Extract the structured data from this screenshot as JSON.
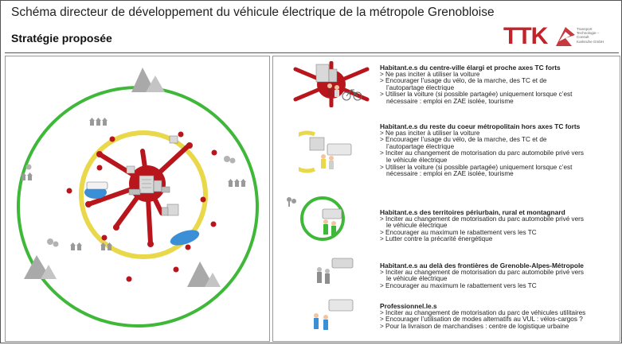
{
  "header": {
    "title": "Schéma directeur de développement du véhicule électrique de la métropole Grenobloise",
    "subtitle": "Stratégie proposée"
  },
  "logo": {
    "text": "TTK",
    "tagline": [
      "Transport",
      "Technologie –",
      "Consult",
      "Karlsruhe GmbH"
    ]
  },
  "categories": [
    {
      "heading": "Habitant.e.s du centre-ville élargi et proche axes TC forts",
      "lines": [
        {
          "t": "> Ne pas inciter à utiliser la voiture",
          "i": false
        },
        {
          "t": "> Encourager l’usage du vélo, de la marche, des TC et de",
          "i": false
        },
        {
          "t": "l’autopartage électrique",
          "i": true
        },
        {
          "t": "> Utiliser la voiture (si possible partagée) uniquement lorsque c’est",
          "i": false
        },
        {
          "t": "nécessaire : emploi en ZAE isolée, tourisme",
          "i": true
        }
      ]
    },
    {
      "heading": "Habitant.e.s du reste du coeur métropolitain hors axes TC forts",
      "lines": [
        {
          "t": "> Ne pas inciter à utiliser la voiture",
          "i": false
        },
        {
          "t": "> Encourager l’usage du vélo, de la marche, des TC et de",
          "i": false
        },
        {
          "t": "l’autopartage électrique",
          "i": true
        },
        {
          "t": "> Inciter au changement de motorisation du parc automobile privé vers",
          "i": false
        },
        {
          "t": "le véhicule électrique",
          "i": true
        },
        {
          "t": "> Utiliser la voiture (si possible partagée) uniquement lorsque c’est",
          "i": false
        },
        {
          "t": "nécessaire : emploi en ZAE isolée, tourisme",
          "i": true
        }
      ]
    },
    {
      "heading": "Habitant.e.s des territoires périurbain, rural et montagnard",
      "lines": [
        {
          "t": "> Inciter au changement de motorisation du parc automobile privé vers",
          "i": false
        },
        {
          "t": "le véhicule électrique",
          "i": true
        },
        {
          "t": "> Encourager au maximum le rabattement vers les TC",
          "i": false
        },
        {
          "t": "> Lutter contre la précarité énergétique",
          "i": false
        }
      ]
    },
    {
      "heading": "Habitant.e.s au delà des frontières de Grenoble-Alpes-Métropole",
      "lines": [
        {
          "t": "> Inciter au changement de motorisation du parc automobile privé vers",
          "i": false
        },
        {
          "t": "le véhicule électrique",
          "i": true
        },
        {
          "t": "> Encourager au maximum le rabattement vers les TC",
          "i": false
        }
      ]
    },
    {
      "heading": "Professionnel.le.s",
      "lines": [
        {
          "t": "> Inciter au changement de motorisation du parc de véhicules utilitaires",
          "i": false
        },
        {
          "t": "> Encourager l’utilisation de modes alternatifs au VUL : vélos-cargos ?",
          "i": false
        },
        {
          "t": "> Pour la livraison de marchandises : centre de logistique urbaine",
          "i": false
        }
      ]
    }
  ],
  "colors": {
    "red": "#b8161c",
    "yellow": "#e8d84a",
    "green": "#3fb83a",
    "grey": "#8e8e8e",
    "blue": "#3a8fd6"
  }
}
